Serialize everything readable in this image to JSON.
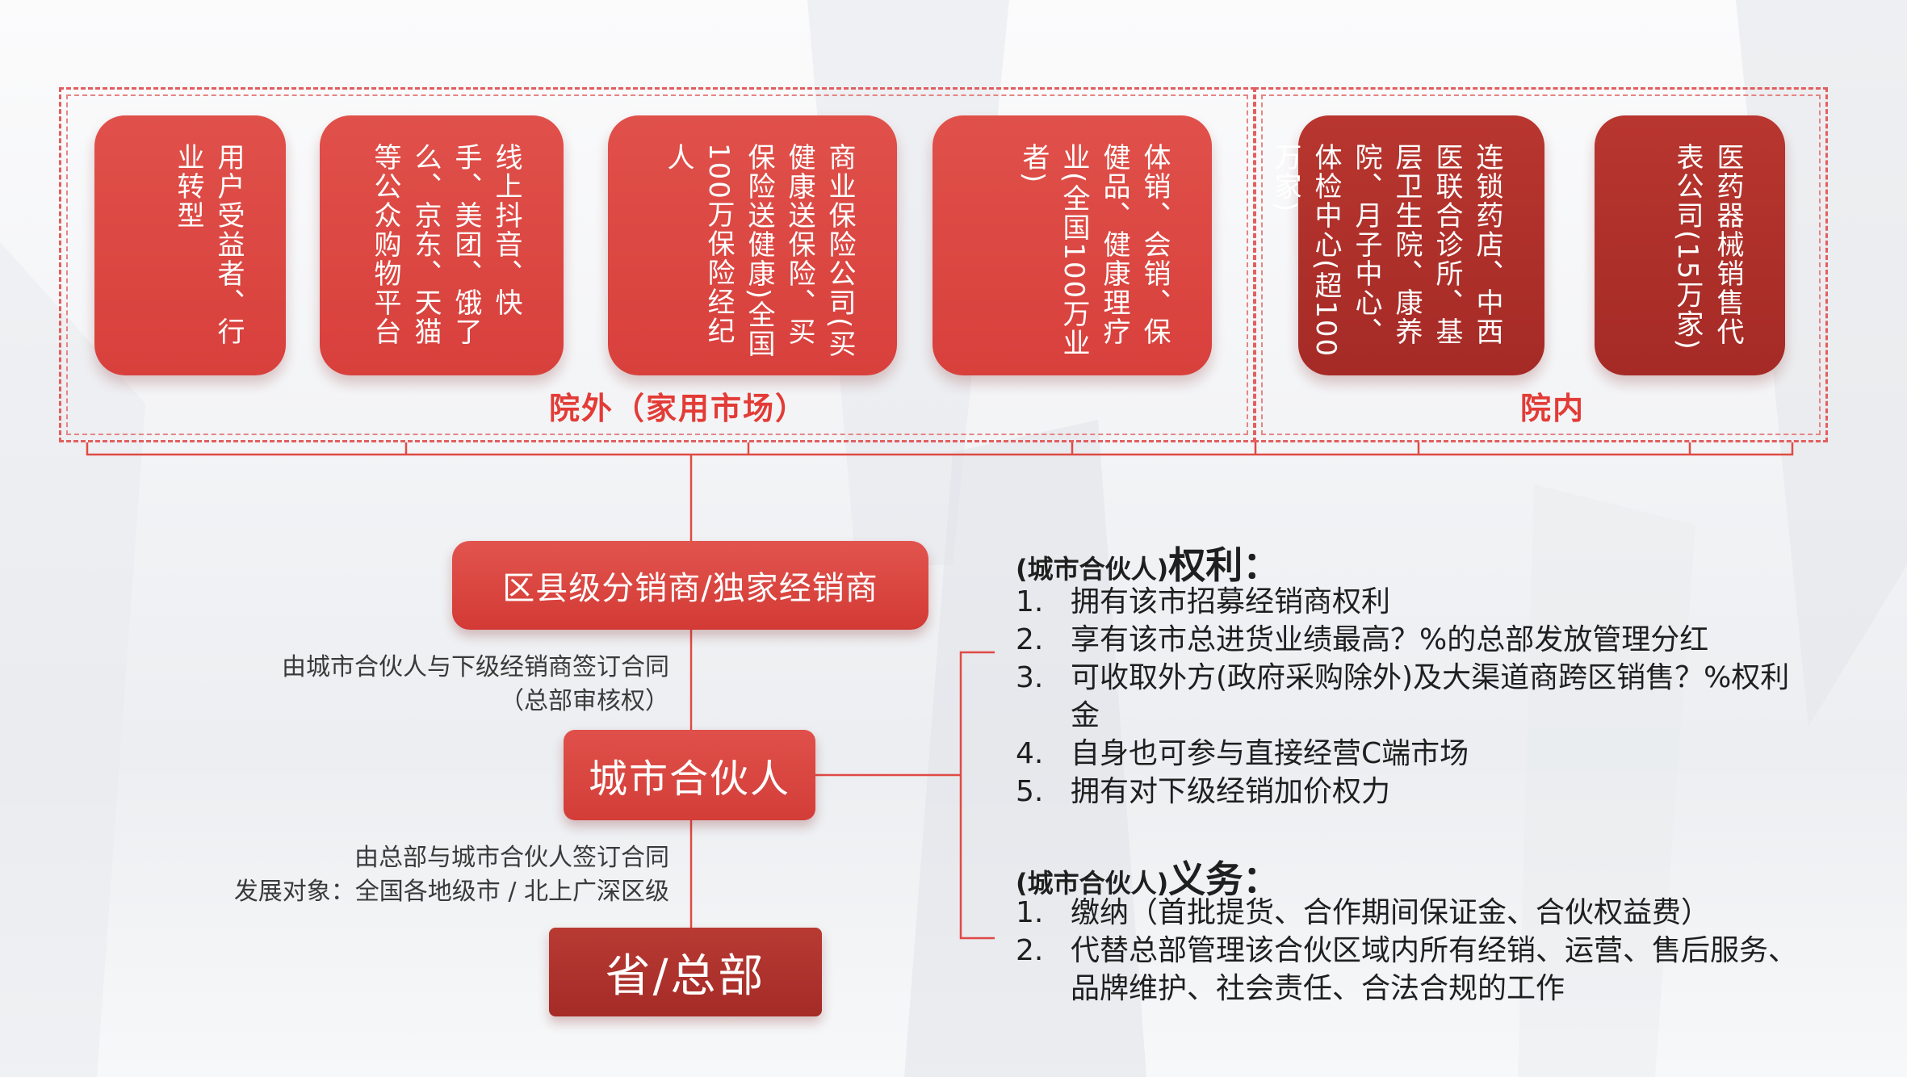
{
  "colors": {
    "accent": "#e03a35",
    "box_light": "#d9433e",
    "box_dark": "#a92c28",
    "text_dark": "#1f1f1f"
  },
  "boxes": [
    {
      "text": "用户受益者、行业转型"
    },
    {
      "text": "线上抖音、快手、美团、饿了么、京东、天猫等公众购物平台"
    },
    {
      "text": "商业保险公司(买健康送保险、买保险送健康)全国100万保险经纪人"
    },
    {
      "text": "体销、会销、保健品、健康理疗业(全国100万业者)"
    },
    {
      "text": "连锁药店、中西医联合诊所、基层卫生院、康养院、月子中心、体检中心(超100万家)"
    },
    {
      "text": "医药器械销售代表公司(15万家)"
    }
  ],
  "regions": {
    "outside": "院外（家用市场）",
    "inside": "院内"
  },
  "nodes": {
    "distributor": "区县级分销商/独家经销商",
    "partner": "城市合伙人",
    "hq": "省/总部"
  },
  "notes": {
    "upper_line1": "由城市合伙人与下级经销商签订合同",
    "upper_line2": "（总部审核权）",
    "lower_line1": "由总部与城市合伙人签订合同",
    "lower_line2": "发展对象：全国各地级市 / 北上广深区级"
  },
  "rights": {
    "title_prefix": "(城市合伙人)",
    "title_main": "权利：",
    "items": [
      {
        "num": "1.",
        "text": "拥有该市招募经销商权利"
      },
      {
        "num": "2.",
        "text": "享有该市总进货业绩最高？%的总部发放管理分红"
      },
      {
        "num": "3.",
        "text": "可收取外方(政府采购除外)及大渠道商跨区销售？%权利金"
      },
      {
        "num": "4.",
        "text": "自身也可参与直接经营C端市场"
      },
      {
        "num": "5.",
        "text": "拥有对下级经销加价权力"
      }
    ]
  },
  "duties": {
    "title_prefix": "(城市合伙人)",
    "title_main": "义务：",
    "items": [
      {
        "num": "1.",
        "text": "缴纳（首批提货、合作期间保证金、合伙权益费）"
      },
      {
        "num": "2.",
        "text": "代替总部管理该合伙区域内所有经销、运营、售后服务、品牌维护、社会责任、合法合规的工作"
      }
    ]
  }
}
